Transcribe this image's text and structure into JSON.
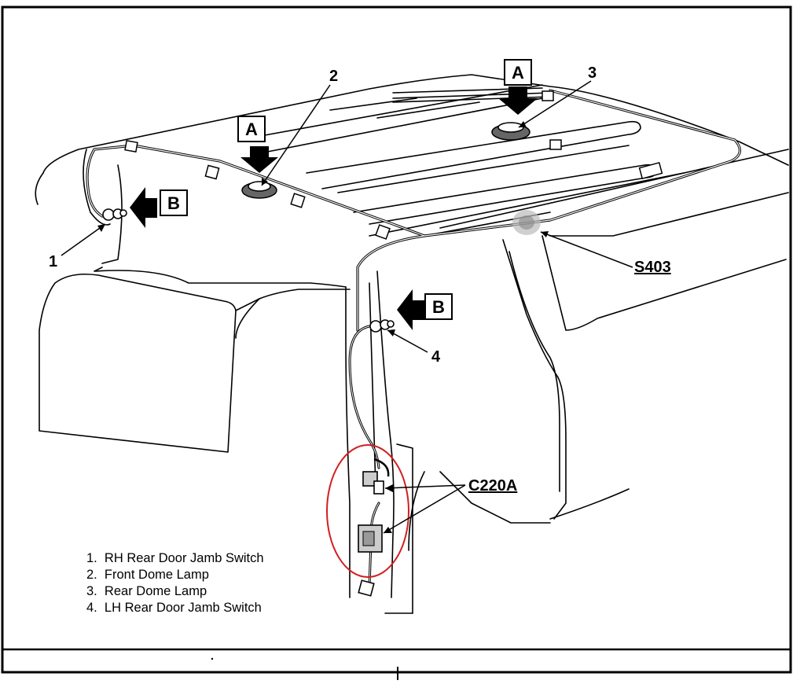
{
  "callouts": {
    "c1": "1",
    "c2": "2",
    "c3": "3",
    "c4": "4"
  },
  "view_labels": {
    "a_front": "A",
    "a_rear": "A",
    "b_rh": "B",
    "b_lh": "B"
  },
  "connectors": {
    "splice": "S403",
    "connector": "C220A"
  },
  "legend": [
    "1.  RH Rear Door Jamb Switch",
    "2.  Front Dome Lamp",
    "3.  Rear Dome Lamp",
    "4.  LH Rear Door Jamb Switch"
  ],
  "colors": {
    "line": "#000000",
    "highlight_circle": "#d21f1f",
    "paper": "#ffffff"
  }
}
